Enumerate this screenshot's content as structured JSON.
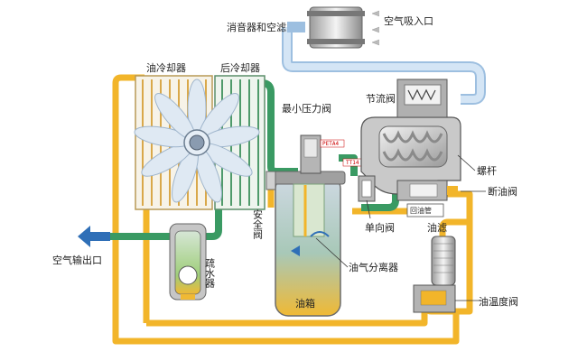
{
  "labels": {
    "muffler_filter": "消音器和空滤",
    "air_inlet": "空气吸入口",
    "oil_cooler": "油冷却器",
    "after_cooler": "后冷却器",
    "throttle_valve": "节流阀",
    "min_pressure_valve": "最小压力阀",
    "screw": "螺杆",
    "oil_cutoff_valve": "断油阀",
    "oil_return_pipe": "回油管",
    "safety_valve": "安全阀",
    "check_valve": "单向阀",
    "oil_filter": "油滤",
    "air_outlet": "空气输出口",
    "separator_tank": "疏水器",
    "oil_gas_separator": "油气分离器",
    "oil_tank": "油箱",
    "oil_temp_valve": "油温度阀",
    "tag_left": "PETA4",
    "tag_right": "TT14"
  },
  "colors": {
    "oil": "#f2b52a",
    "air_in": "#c9ddef",
    "compressed": "#3a9a63",
    "machine_gray": "#c8c8c8",
    "dark_gray": "#6a6a6a",
    "cooler_fill": "#f7f3e8",
    "fan": "#dfe9f3",
    "arrow_blue": "#2f6fb7"
  }
}
